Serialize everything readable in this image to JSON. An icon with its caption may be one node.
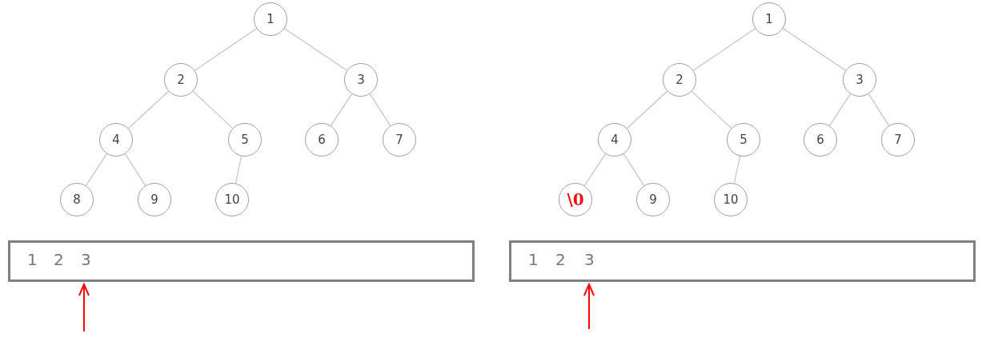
{
  "diagram": {
    "nodes": [
      {
        "text": [
          "1"
        ]
      },
      {
        "text": [
          "2"
        ]
      },
      {
        "text": [
          "3"
        ]
      },
      {
        "text": [
          "4"
        ]
      },
      {
        "text": [
          "5"
        ]
      },
      {
        "text": [
          "6"
        ]
      },
      {
        "text": [
          "7"
        ]
      },
      {
        "text": [
          "8"
        ]
      },
      {
        "text": [
          "9"
        ]
      },
      {
        "text": [
          "10"
        ]
      },
      {
        "text": [
          "1",
          "2",
          "3"
        ]
      },
      {
        "text": [
          "1"
        ]
      },
      {
        "text": [
          "2"
        ]
      },
      {
        "text": [
          "3"
        ]
      },
      {
        "text": [
          "4"
        ]
      },
      {
        "text": [
          "5"
        ]
      },
      {
        "text": [
          "6"
        ]
      },
      {
        "text": [
          "7"
        ]
      },
      {
        "text": [
          "\\0"
        ]
      },
      {
        "text": [
          "9"
        ]
      },
      {
        "text": [
          "10"
        ]
      },
      {
        "text": [
          "1",
          "2",
          "3"
        ]
      }
    ],
    "edges": [
      {
        "from": 0,
        "to": 1,
        "arrow": "none"
      },
      {
        "from": 0,
        "to": 2,
        "arrow": "none"
      },
      {
        "from": 1,
        "to": 3,
        "arrow": "none"
      },
      {
        "from": 1,
        "to": 4,
        "arrow": "none"
      },
      {
        "from": 2,
        "to": 5,
        "arrow": "none"
      },
      {
        "from": 2,
        "to": 6,
        "arrow": "none"
      },
      {
        "from": 3,
        "to": 7,
        "arrow": "none"
      },
      {
        "from": 3,
        "to": 8,
        "arrow": "none"
      },
      {
        "from": 4,
        "to": 9,
        "arrow": "none"
      },
      {
        "from": null,
        "to": 10,
        "arrow": "to",
        "color": "#ff0000"
      },
      {
        "from": 11,
        "to": 12,
        "arrow": "none"
      },
      {
        "from": 11,
        "to": 13,
        "arrow": "none"
      },
      {
        "from": 12,
        "to": 14,
        "arrow": "none"
      },
      {
        "from": 12,
        "to": 15,
        "arrow": "none"
      },
      {
        "from": 13,
        "to": 16,
        "arrow": "none"
      },
      {
        "from": 13,
        "to": 17,
        "arrow": "none"
      },
      {
        "from": 14,
        "to": 18,
        "arrow": "none"
      },
      {
        "from": 14,
        "to": 19,
        "arrow": "none"
      },
      {
        "from": 15,
        "to": 20,
        "arrow": "none"
      },
      {
        "from": null,
        "to": 21,
        "arrow": "to",
        "color": "#ff0000"
      }
    ]
  }
}
